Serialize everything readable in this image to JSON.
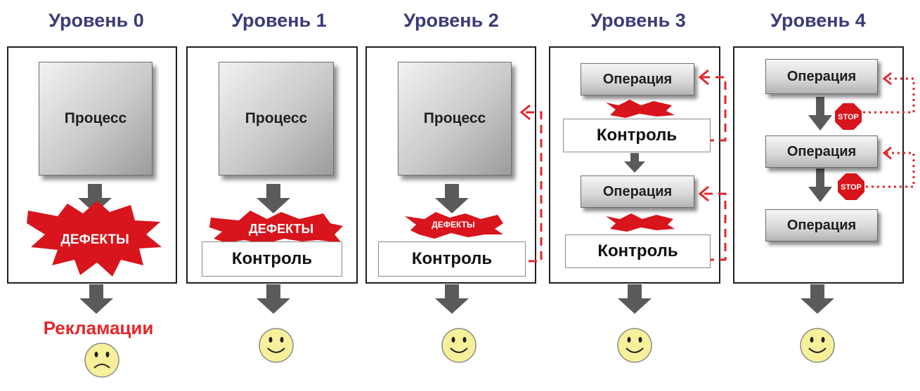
{
  "levels": [
    {
      "title": "Уровень 0"
    },
    {
      "title": "Уровень 1"
    },
    {
      "title": "Уровень 2"
    },
    {
      "title": "Уровень 3"
    },
    {
      "title": "Уровень 4"
    }
  ],
  "labels": {
    "process": "Процесс",
    "defects": "ДЕФЕКТЫ",
    "control": "Контроль",
    "operation": "Операция",
    "stop": "STOP",
    "complaints": "Рекламации"
  },
  "colors": {
    "title": "#3a3c78",
    "defect_red": "#d8141c",
    "dashed_red": "#e3262b",
    "arrow_gray": "#5a5a5a",
    "smiley_face": "#f6f09a"
  },
  "outcomes": [
    "sad",
    "happy",
    "happy",
    "happy",
    "happy"
  ]
}
